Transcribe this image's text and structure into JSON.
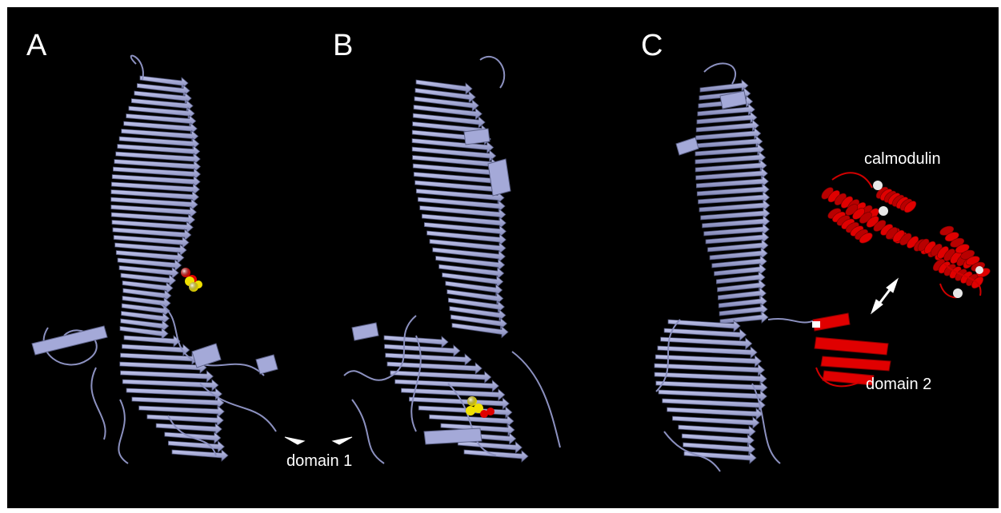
{
  "figure": {
    "panels": [
      {
        "letter": "A",
        "subject": "protein-structure-view-a"
      },
      {
        "letter": "B",
        "subject": "protein-structure-view-b"
      },
      {
        "letter": "C",
        "subject": "protein-complex-with-calmodulin"
      }
    ],
    "labels": {
      "domain1": "domain 1",
      "domain2": "domain 2",
      "calmodulin": "calmodulin"
    }
  },
  "colors": {
    "background": "#000000",
    "frame": "#ffffff",
    "protein": "#9aa0d0",
    "protein_shadow": "#6c7199",
    "calmodulin": "#e00000",
    "ligand_yellow": "#f0e000",
    "ligand_red": "#e00000",
    "ion": "#e8e8e8",
    "text": "#ffffff"
  }
}
